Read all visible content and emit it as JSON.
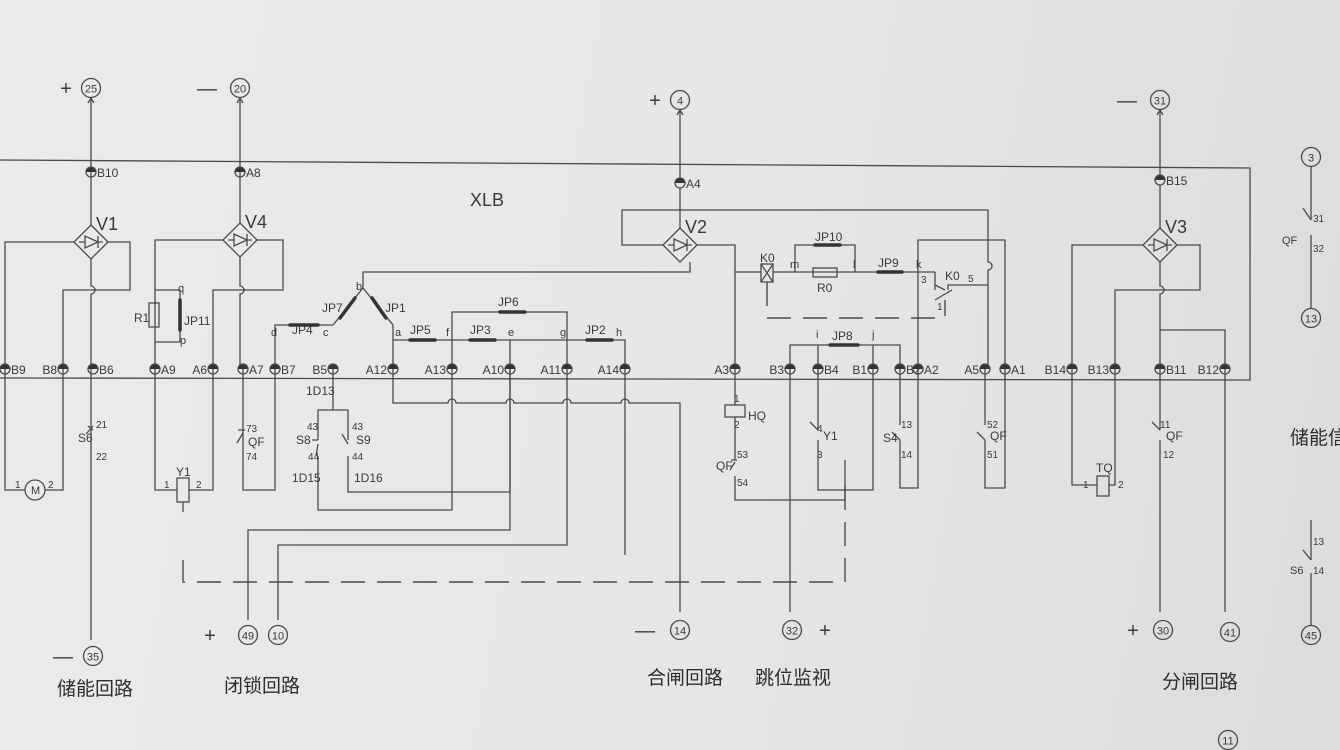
{
  "title": "XLB",
  "top_terminals": [
    {
      "num": "25",
      "polarity": "+"
    },
    {
      "num": "20",
      "polarity": "—"
    },
    {
      "num": "4",
      "polarity": "+"
    },
    {
      "num": "31",
      "polarity": "—"
    }
  ],
  "bottom_terminals": [
    {
      "num": "35",
      "polarity": "—"
    },
    {
      "num": "49",
      "polarity": "+"
    },
    {
      "num": "10",
      "polarity": ""
    },
    {
      "num": "14",
      "polarity": "—"
    },
    {
      "num": "32",
      "polarity": "+"
    },
    {
      "num": "30",
      "polarity": "+"
    },
    {
      "num": "41",
      "polarity": ""
    }
  ],
  "box_terminals": {
    "top": [
      "B10",
      "A8",
      "A4",
      "B15"
    ],
    "row": [
      "B9",
      "B8",
      "B6",
      "A9",
      "A6",
      "A7",
      "B7",
      "B5",
      "A12",
      "A13",
      "A10",
      "A11",
      "A14",
      "A3",
      "B3",
      "B4",
      "B1",
      "B2",
      "A2",
      "A5",
      "A1",
      "B14",
      "B13",
      "B11",
      "B12"
    ]
  },
  "bridges": [
    "V1",
    "V4",
    "V2",
    "V3"
  ],
  "jumpers": {
    "JP1": "JP1",
    "JP2": "JP2",
    "JP3": "JP3",
    "JP4": "JP4",
    "JP5": "JP5",
    "JP6": "JP6",
    "JP7": "JP7",
    "JP8": "JP8",
    "JP9": "JP9",
    "JP10": "JP10",
    "JP11": "JP11"
  },
  "nodes": [
    "a",
    "b",
    "c",
    "d",
    "e",
    "f",
    "g",
    "h",
    "i",
    "j",
    "k",
    "l",
    "m",
    "p",
    "q"
  ],
  "components": {
    "R1": "R1",
    "R0": "R0",
    "K0": "K0",
    "K0_contact": "K0",
    "HQ": "HQ",
    "TQ": "TQ",
    "Y1_coil": "Y1",
    "Y1_contact": "Y1",
    "M": "M",
    "S6": "S6",
    "S8": "S8",
    "S9": "S9",
    "S4": "S4",
    "QF_73": "QF",
    "QF_53": "QF",
    "QF_52": "QF",
    "QF_11": "QF",
    "1D13": "1D13",
    "1D15": "1D15",
    "1D16": "1D16"
  },
  "pins": {
    "m1": "1",
    "m2": "2",
    "y1_1": "1",
    "y1_2": "2",
    "tq1": "1",
    "tq2": "2",
    "s6_21": "21",
    "s6_22": "22",
    "qf73": "73",
    "qf74": "74",
    "s8_43": "43",
    "s8_44": "44",
    "s9_43": "43",
    "s9_44": "44",
    "hq1": "1",
    "hq2": "2",
    "qf53": "53",
    "qf54": "54",
    "y1c4": "4",
    "y1c3": "3",
    "s4_13": "13",
    "s4_14": "14",
    "qf52": "52",
    "qf51": "51",
    "qf11": "11",
    "qf12": "12",
    "k0_3": "3",
    "k0_5": "5",
    "k0_1": "1"
  },
  "circuit_labels": [
    "储能回路",
    "闭锁回路",
    "合闸回路",
    "跳位监视",
    "分闸回路"
  ],
  "right_panel": {
    "terminal_top": "3",
    "terminal_mid": "13",
    "terminal_bottom": "45",
    "qf": "QF",
    "qf31": "31",
    "qf32": "32",
    "s6": "S6",
    "s6_13": "13",
    "s6_14": "14",
    "label": "储能信"
  },
  "page_number": "11"
}
